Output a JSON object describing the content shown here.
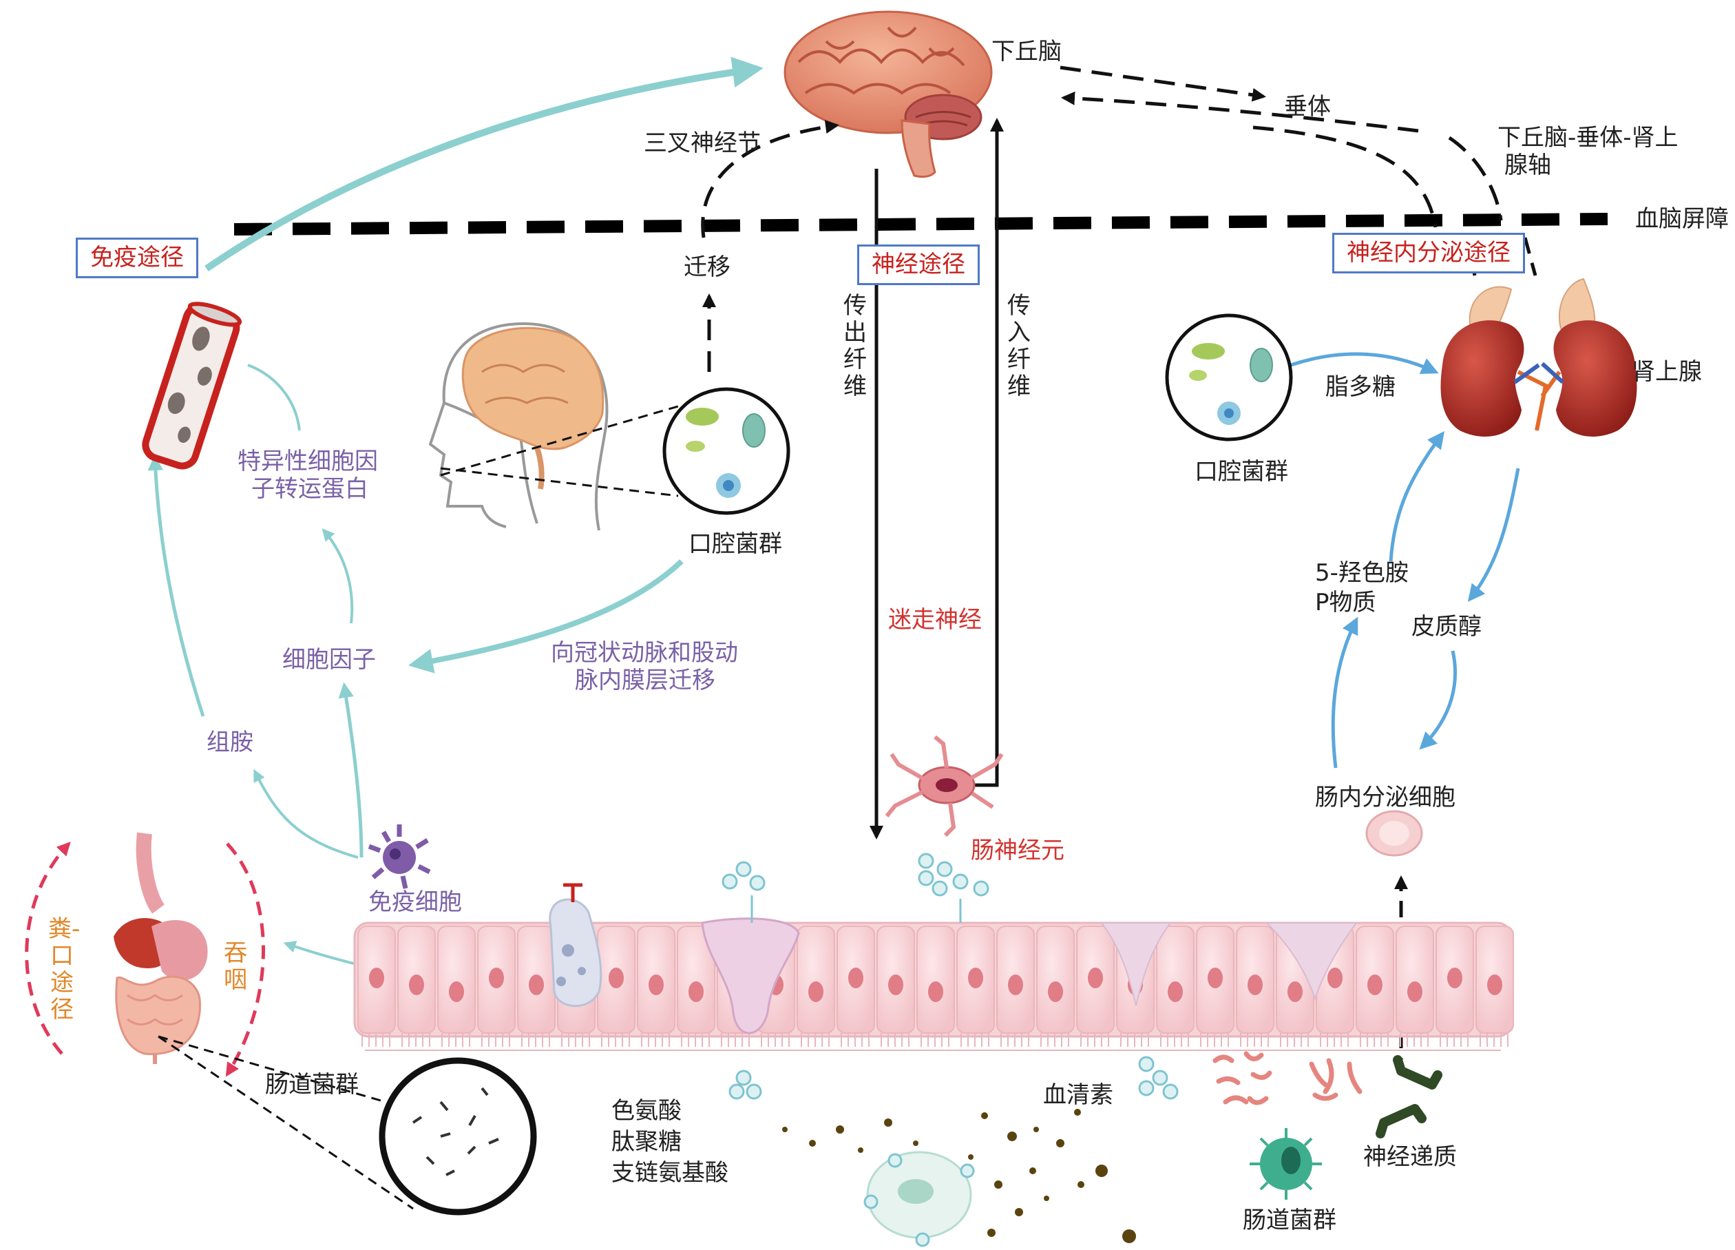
{
  "pathways": {
    "immune": "免疫途径",
    "neural": "神经途径",
    "neuroendocrine": "神经内分泌途径"
  },
  "brain_region": {
    "hypothalamus": "下丘脑",
    "pituitary": "垂体",
    "hpa_axis_line1": "下丘脑-垂体-肾上",
    "hpa_axis_line2": "腺轴",
    "trigeminal": "三叉神经节",
    "bbb": "血脑屏障",
    "migration": "迁移"
  },
  "neural_path": {
    "efferent": "传出纤维",
    "afferent": "传入纤维",
    "vagus": "迷走神经",
    "enteric_neuron": "肠神经元"
  },
  "immune_path": {
    "cytokine_transport_line1": "特异性细胞因",
    "cytokine_transport_line2": "子转运蛋白",
    "cytokines": "细胞因子",
    "histamine": "组胺",
    "immune_cells": "免疫细胞",
    "coronary_line1": "向冠状动脉和股动",
    "coronary_line2": "脉内膜层迁移"
  },
  "oral": {
    "oral_flora_center": "口腔菌群",
    "oral_flora_right": "口腔菌群",
    "lps": "脂多糖"
  },
  "endocrine_path": {
    "adrenal": "肾上腺",
    "serotonin_5ht": "5-羟色胺",
    "substance_p": "P物质",
    "cortisol": "皮质醇",
    "eec": "肠内分泌细胞"
  },
  "gut": {
    "fecal_oral": "粪-口途径",
    "swallow": "吞咽",
    "gut_flora_left": "肠道菌群",
    "metabolites_line1": "色氨酸",
    "metabolites_line2": "肽聚糖",
    "metabolites_line3": "支链氨基酸",
    "serum": "血清素",
    "gut_flora_right": "肠道菌群",
    "neurotransmitter": "神经递质"
  },
  "colors": {
    "teal_arrow": "#8ccfcf",
    "blue_arrow": "#5aa7dc",
    "label_purple": "#7a61a6",
    "label_red": "#d2332f",
    "box_border": "#4f79c7",
    "epithelium": "#f6d3d6"
  }
}
